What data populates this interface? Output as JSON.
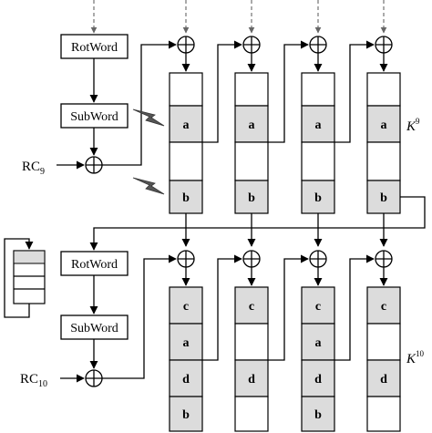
{
  "round9": {
    "rotword": "RotWord",
    "subword": "SubWord",
    "rc_base": "RC",
    "rc_sub": "9",
    "key_base": "K",
    "key_sup": "9",
    "col_cells": [
      "",
      "a",
      "",
      "b"
    ]
  },
  "round10": {
    "rotword": "RotWord",
    "subword": "SubWord",
    "rc_base": "RC",
    "rc_sub": "10",
    "key_base": "K",
    "key_sup": "10",
    "col_cells": [
      [
        "c",
        "a",
        "d",
        "b"
      ],
      [
        "c",
        "",
        "d",
        ""
      ],
      [
        "c",
        "a",
        "d",
        "b"
      ],
      [
        "c",
        "",
        "d",
        ""
      ]
    ]
  },
  "colors": {
    "cell_fill": "#dcdcdc",
    "fault_arrow": "#555555",
    "dashed_line": "#666666"
  },
  "icons": [
    "xor-icon",
    "fault-injection-icon",
    "lfsr-register-icon"
  ]
}
